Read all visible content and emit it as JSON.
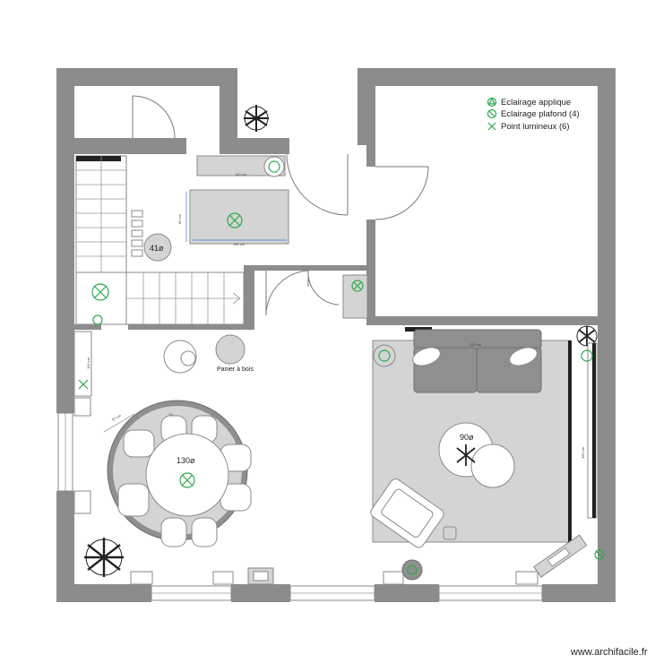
{
  "legend": {
    "items": [
      {
        "label": "Eclairage applique",
        "icon": "wall-light-icon"
      },
      {
        "label": "Eclairage plafond (4)",
        "icon": "ceiling-light-icon"
      },
      {
        "label": "Point lumineux (6)",
        "icon": "light-point-icon"
      }
    ],
    "color": "#2fa84f"
  },
  "labels": {
    "table_small": "41ø",
    "basket": "Panier à bois",
    "dining_table": "130ø",
    "coffee_table": "90ø",
    "dim_console": "140 cm",
    "dim_table_w": "190 cm",
    "dim_table_h": "80 cm",
    "dim_sofa": "220 cm",
    "dim_left": "100 cm",
    "dim_right": "180 cm",
    "dim_rug_a": "97 cm",
    "dim_rug_b": "33 cm"
  },
  "watermark": "www.archifacile.fr",
  "colors": {
    "wall": "#8c8c8c",
    "furniture_dark": "#8f8f8f",
    "rug": "#d4d4d4"
  }
}
